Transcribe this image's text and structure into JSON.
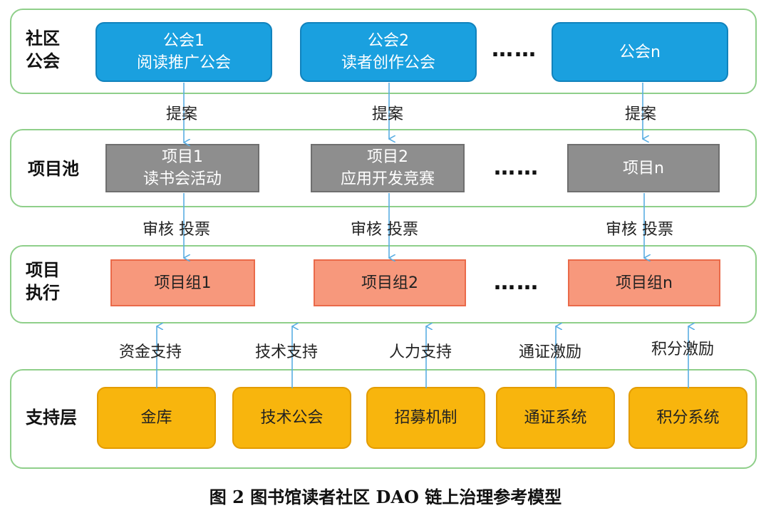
{
  "layers": {
    "community": {
      "label_line1": "社区",
      "label_line2": "公会"
    },
    "pool": {
      "label": "项目池"
    },
    "execution": {
      "label_line1": "项目",
      "label_line2": "执行"
    },
    "support": {
      "label": "支持层"
    }
  },
  "guilds": [
    {
      "line1": "公会1",
      "line2": "阅读推广公会"
    },
    {
      "line1": "公会2",
      "line2": "读者创作公会"
    },
    {
      "line1": "公会n",
      "line2": ""
    }
  ],
  "projects": [
    {
      "line1": "项目1",
      "line2": "读书会活动"
    },
    {
      "line1": "项目2",
      "line2": "应用开发竞赛"
    },
    {
      "line1": "项目n",
      "line2": ""
    }
  ],
  "project_groups": [
    "项目组1",
    "项目组2",
    "项目组n"
  ],
  "support_items": [
    "金库",
    "技术公会",
    "招募机制",
    "通证系统",
    "积分系统"
  ],
  "ellipsis": "……",
  "flows": {
    "proposal": "提案",
    "review_vote": "审核 投票",
    "supports": [
      "资金支持",
      "技术支持",
      "人力支持",
      "通证激励",
      "积分激励"
    ]
  },
  "caption": "图 2 图书馆读者社区 DAO 链上治理参考模型",
  "colors": {
    "layer_border": "#8fcf8a",
    "guild": "#1aa0df",
    "pool": "#8e8e8e",
    "exec": "#f7987c",
    "support": "#f8b50d",
    "arrow": "#5aaee3"
  }
}
